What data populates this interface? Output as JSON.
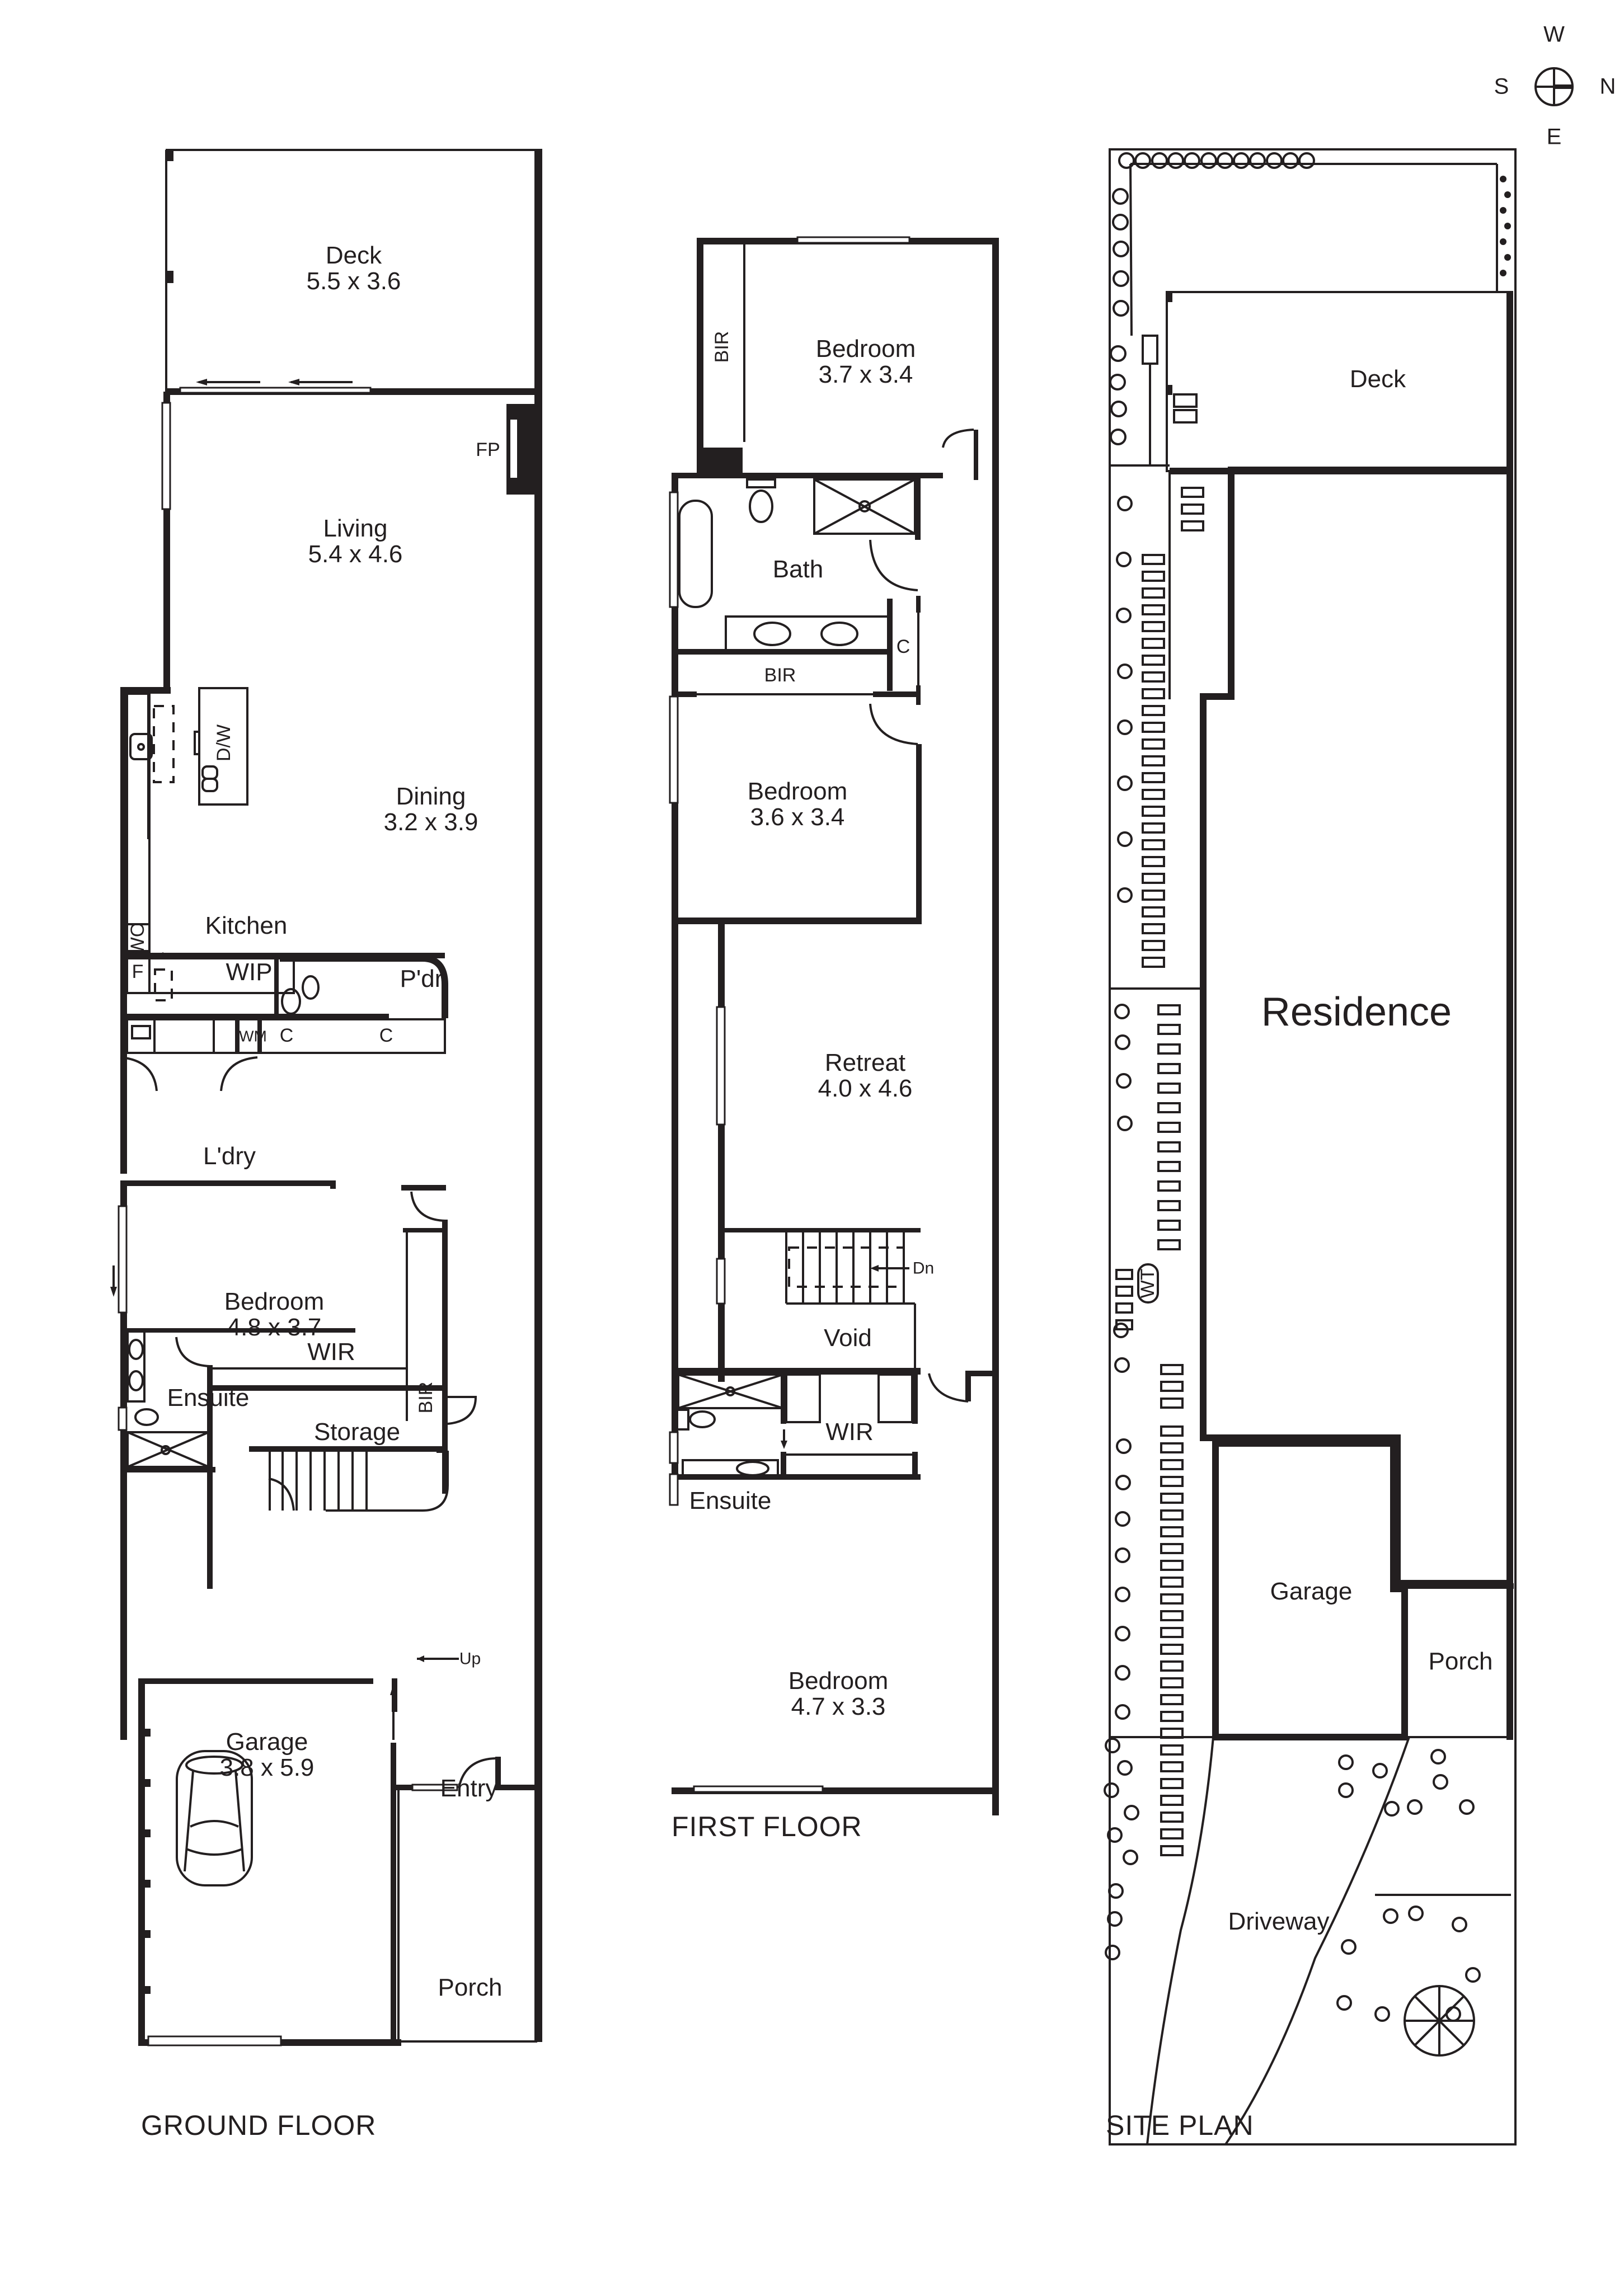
{
  "compass": {
    "north": "N",
    "south": "S",
    "east": "E",
    "west": "W"
  },
  "ground_floor": {
    "title": "GROUND FLOOR",
    "rooms": {
      "deck": {
        "name": "Deck",
        "dims": "5.5 x 3.6"
      },
      "living": {
        "name": "Living",
        "dims": "5.4 x 4.6"
      },
      "fireplace": {
        "name": "FP"
      },
      "dining": {
        "name": "Dining",
        "dims": "3.2 x 3.9"
      },
      "kitchen": {
        "name": "Kitchen"
      },
      "dishwasher": {
        "name": "D/W"
      },
      "wall_oven": {
        "name": "WO"
      },
      "fridge": {
        "name": "F"
      },
      "pantry": {
        "name": "WIP"
      },
      "powder": {
        "name": "P'dr"
      },
      "washing_machine": {
        "name": "WM"
      },
      "cupboard_1": {
        "name": "C"
      },
      "cupboard_2": {
        "name": "C"
      },
      "laundry": {
        "name": "L'dry"
      },
      "bedroom": {
        "name": "Bedroom",
        "dims": "4.8 x 3.7"
      },
      "bir": {
        "name": "BIR"
      },
      "wir": {
        "name": "WIR"
      },
      "ensuite": {
        "name": "Ensuite"
      },
      "storage": {
        "name": "Storage"
      },
      "stairs_up": {
        "name": "Up"
      },
      "garage": {
        "name": "Garage",
        "dims": "3.8 x 5.9"
      },
      "entry": {
        "name": "Entry"
      },
      "porch": {
        "name": "Porch"
      }
    }
  },
  "first_floor": {
    "title": "FIRST FLOOR",
    "rooms": {
      "bedroom_1": {
        "name": "Bedroom",
        "dims": "3.7 x 3.4"
      },
      "bir_1": {
        "name": "BIR"
      },
      "bath": {
        "name": "Bath"
      },
      "cupboard": {
        "name": "C"
      },
      "bir_2": {
        "name": "BIR"
      },
      "bedroom_2": {
        "name": "Bedroom",
        "dims": "3.6 x 3.4"
      },
      "retreat": {
        "name": "Retreat",
        "dims": "4.0 x 4.6"
      },
      "stairs_down": {
        "name": "Dn"
      },
      "void": {
        "name": "Void"
      },
      "wir": {
        "name": "WIR"
      },
      "ensuite": {
        "name": "Ensuite"
      },
      "bedroom_3": {
        "name": "Bedroom",
        "dims": "4.7 x 3.3"
      }
    }
  },
  "site_plan": {
    "title": "SITE PLAN",
    "areas": {
      "deck": {
        "name": "Deck"
      },
      "residence": {
        "name": "Residence"
      },
      "water_tank": {
        "name": "WT"
      },
      "garage": {
        "name": "Garage"
      },
      "porch": {
        "name": "Porch"
      },
      "driveway": {
        "name": "Driveway"
      }
    }
  }
}
